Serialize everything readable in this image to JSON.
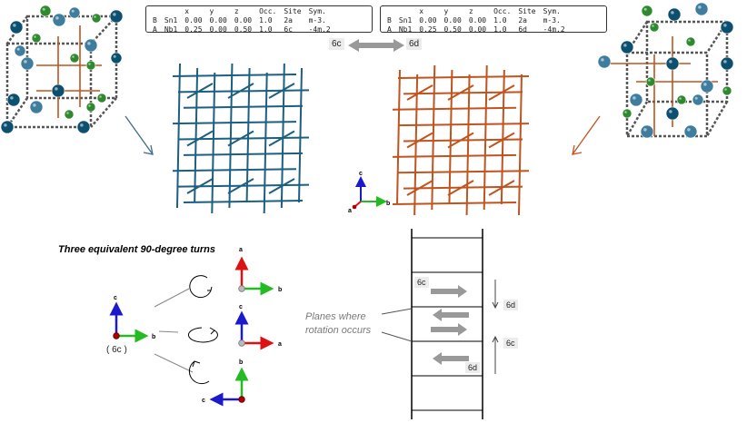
{
  "tables": {
    "left": {
      "headers": [
        "",
        "",
        "x",
        "y",
        "z",
        "Occ.",
        "Site",
        "Sym."
      ],
      "rows": [
        [
          "B",
          "Sn1",
          "0.00",
          "0.00",
          "0.00",
          "1.0",
          "2a",
          "m-3."
        ],
        [
          "A",
          "Nb1",
          "0.25",
          "0.00",
          "0.50",
          "1.0",
          "6c",
          "-4m.2"
        ]
      ]
    },
    "right": {
      "headers": [
        "",
        "",
        "x",
        "y",
        "z",
        "Occ.",
        "Site",
        "Sym."
      ],
      "rows": [
        [
          "B",
          "Sn1",
          "0.00",
          "0.00",
          "0.00",
          "1.0",
          "2a",
          "m-3."
        ],
        [
          "A",
          "Nb1",
          "0.25",
          "0.50",
          "0.00",
          "1.0",
          "6d",
          "-4m.2"
        ]
      ]
    }
  },
  "site_labels": {
    "left": "6c",
    "right": "6d"
  },
  "small_axes": {
    "c": "c",
    "a": "a",
    "b": "b"
  },
  "turns": {
    "heading": "Three equivalent 90-degree turns",
    "source_label": "( 6c )",
    "axis_labels": {
      "source": {
        "c": "c",
        "b": "b"
      },
      "top": {
        "a": "a",
        "b": "b"
      },
      "middle": {
        "c": "c",
        "a": "a"
      },
      "bottom": {
        "b": "b",
        "c": "c"
      }
    }
  },
  "stack": {
    "note_line1": "Planes where",
    "note_line2": "rotation occurs",
    "tag_6c_top": "6c",
    "tag_6d_right": "6d",
    "tag_6c_right": "6c",
    "tag_6d_bottom": "6d"
  },
  "colors": {
    "teal_lattice": "#1c5f80",
    "orange_lattice": "#c0541e",
    "atom_dark": "#0d4f6e",
    "atom_mid": "#3e7d9e",
    "atom_green": "#2f8a2f",
    "gray_arrow": "#999999"
  }
}
